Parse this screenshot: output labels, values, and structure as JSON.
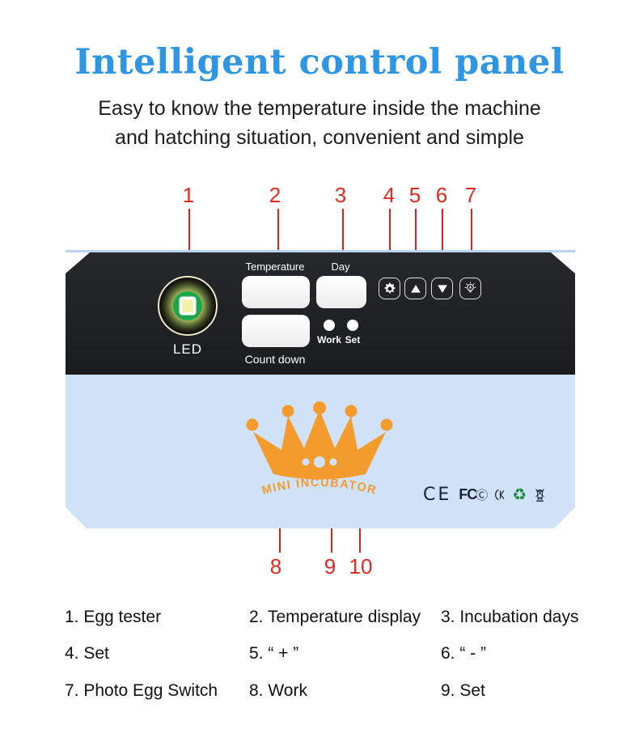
{
  "header": {
    "title": "Intelligent control panel",
    "subtitle_line1": "Easy to know the temperature inside the machine",
    "subtitle_line2": "and hatching situation, convenient and simple"
  },
  "callouts": {
    "top": [
      "1",
      "2",
      "3",
      "4",
      "5",
      "6",
      "7"
    ],
    "bottom": [
      "8",
      "9",
      "10"
    ]
  },
  "panel": {
    "led_label": "LED",
    "temperature_label": "Temperature",
    "day_label": "Day",
    "countdown_label": "Count down",
    "work_label": "Work",
    "set_label": "Set",
    "buttons": [
      {
        "name": "set",
        "icon": "gear-icon"
      },
      {
        "name": "plus",
        "icon": "up-triangle-icon"
      },
      {
        "name": "minus",
        "icon": "down-triangle-icon"
      },
      {
        "name": "photo-egg-switch",
        "icon": "bulb-icon"
      }
    ]
  },
  "logo": {
    "text": "MINI INCUBATOR"
  },
  "certifications": {
    "ce": "CE",
    "fcc": "FC",
    "fcc_circle_c": "Ⓒ",
    "kc": "kc-mark",
    "recycle": "♻",
    "weee": "crossed-out-wheelie-bin"
  },
  "legend": {
    "rows": [
      [
        "1. Egg tester",
        "2. Temperature display",
        "3. Incubation days"
      ],
      [
        "4. Set",
        "5. “ + ”",
        "6. “ - ”"
      ],
      [
        "7. Photo Egg Switch",
        "8. Work",
        "9. Set"
      ]
    ]
  },
  "colors": {
    "title_blue": "#2E96E2",
    "callout_red": "#E02A20",
    "crown_orange": "#F49B2E",
    "panel_blue": "#CFE2F7",
    "panel_black": "#1F2023",
    "led_green": "#1CA64C",
    "cert_dark": "#1A2238",
    "recycle_green": "#1F8A3B"
  }
}
